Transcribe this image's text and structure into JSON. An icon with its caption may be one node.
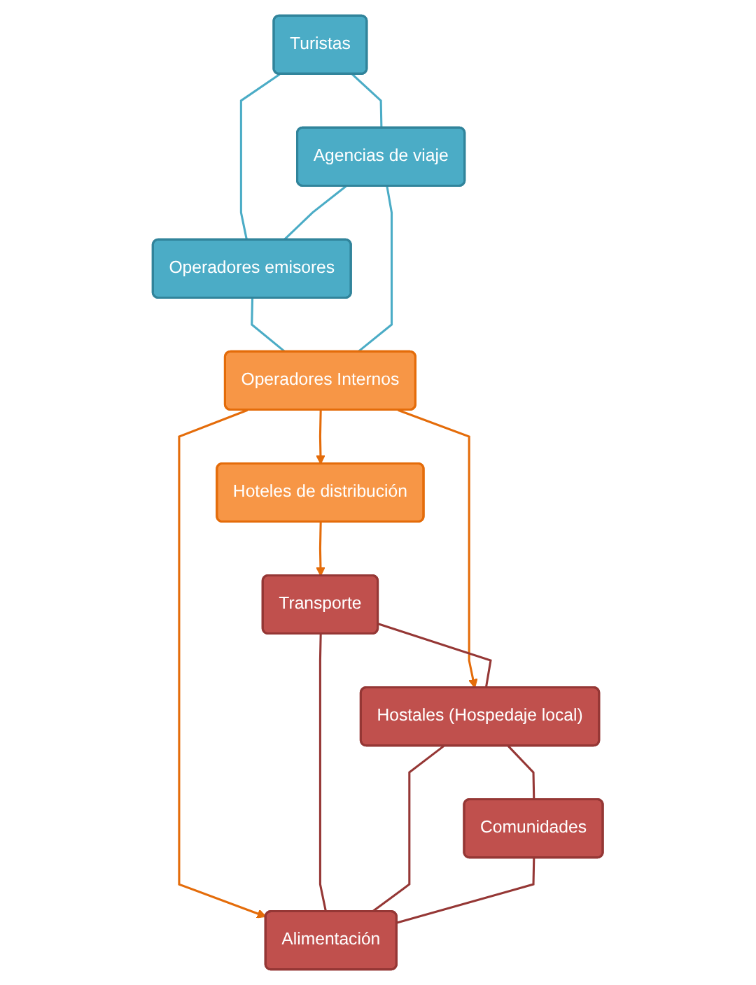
{
  "diagram": {
    "nodes": [
      {
        "text": [
          "Turistas"
        ]
      },
      {
        "text": [
          "Agencias de viaje"
        ]
      },
      {
        "text": [
          "Operadores emisores"
        ]
      },
      {
        "text": [
          "Operadores Internos"
        ]
      },
      {
        "text": [
          "Hoteles de distribución"
        ]
      },
      {
        "text": [
          "Transporte"
        ]
      },
      {
        "text": [
          "Hostales (Hospedaje local)"
        ]
      },
      {
        "text": [
          "Alimentación"
        ]
      },
      {
        "text": [
          "Comunidades"
        ]
      }
    ],
    "edges": [
      {
        "from": 0,
        "to": 2,
        "arrow": "none",
        "color": "#4bacc6"
      },
      {
        "from": 0,
        "to": 1,
        "arrow": "none",
        "color": "#4bacc6"
      },
      {
        "from": 1,
        "to": 2,
        "arrow": "none",
        "color": "#4bacc6"
      },
      {
        "from": 2,
        "to": 3,
        "arrow": "none",
        "color": "#4bacc6"
      },
      {
        "from": 1,
        "to": 3,
        "arrow": "none",
        "color": "#4bacc6"
      },
      {
        "from": 3,
        "to": 4,
        "arrow": "to",
        "color": "#e46c0a"
      },
      {
        "from": 4,
        "to": 5,
        "arrow": "to",
        "color": "#e46c0a"
      },
      {
        "from": 3,
        "to": 6,
        "arrow": "to",
        "color": "#e46c0a"
      },
      {
        "from": 3,
        "to": 7,
        "arrow": "to",
        "color": "#e46c0a"
      },
      {
        "from": 5,
        "to": 6,
        "arrow": "none",
        "color": "#953735"
      },
      {
        "from": 5,
        "to": 7,
        "arrow": "none",
        "color": "#953735"
      },
      {
        "from": 6,
        "to": 7,
        "arrow": "none",
        "color": "#953735"
      },
      {
        "from": 6,
        "to": 8,
        "arrow": "none",
        "color": "#953735"
      },
      {
        "from": 8,
        "to": 7,
        "arrow": "none",
        "color": "#953735"
      }
    ]
  }
}
